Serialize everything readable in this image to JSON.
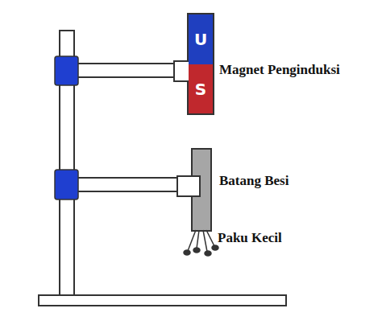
{
  "diagram": {
    "nodes": [
      {
        "text": [
          "U"
        ]
      },
      {
        "text": [
          "S"
        ]
      }
    ],
    "labels": [
      "Magnet Penginduksi",
      "Batang Besi",
      "Paku Kecil"
    ]
  }
}
